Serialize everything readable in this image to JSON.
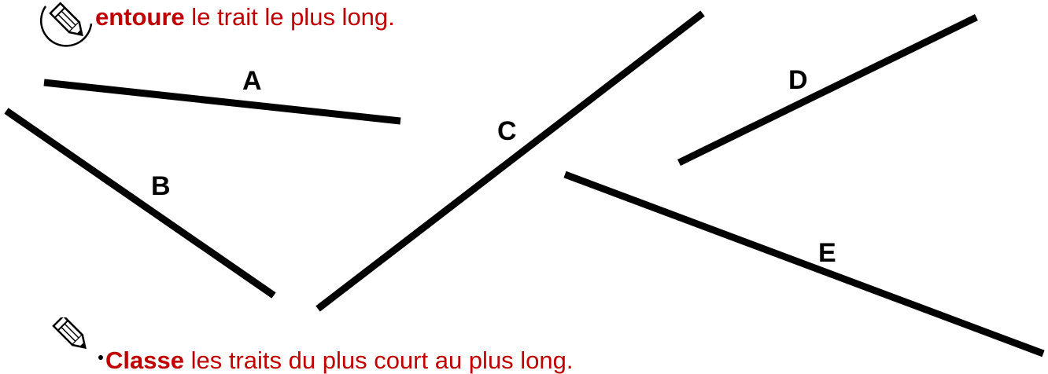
{
  "instructions": {
    "first": {
      "verb": "entoure",
      "rest": " le trait le plus long.",
      "icon": "pencil-circle-icon"
    },
    "second": {
      "verb": "Classe",
      "rest": " les traits du plus court au plus long.",
      "icon": "pencil-icon"
    }
  },
  "segments": [
    {
      "label": "A"
    },
    {
      "label": "B"
    },
    {
      "label": "C"
    },
    {
      "label": "D"
    },
    {
      "label": "E"
    }
  ],
  "colors": {
    "instruction_text": "#c00000",
    "line": "#000000"
  }
}
